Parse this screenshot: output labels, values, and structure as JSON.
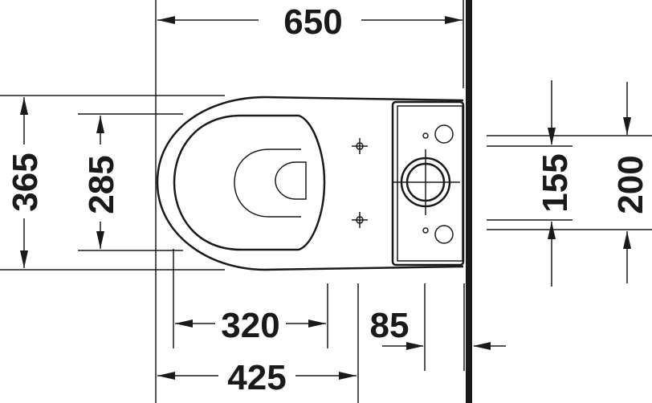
{
  "drawing": {
    "type": "toilet top view technical drawing",
    "units": "mm",
    "dimensions": {
      "overall_depth": "650",
      "overall_width": "365",
      "seat_width": "285",
      "bowl_front_to_fixing": "320",
      "front_to_rear_fixing": "425",
      "fixing_offset": "85",
      "inlet_spacing": "155",
      "outlet_spacing": "200"
    },
    "colors": {
      "line": "#1a1a1a",
      "background": "#ffffff"
    }
  }
}
